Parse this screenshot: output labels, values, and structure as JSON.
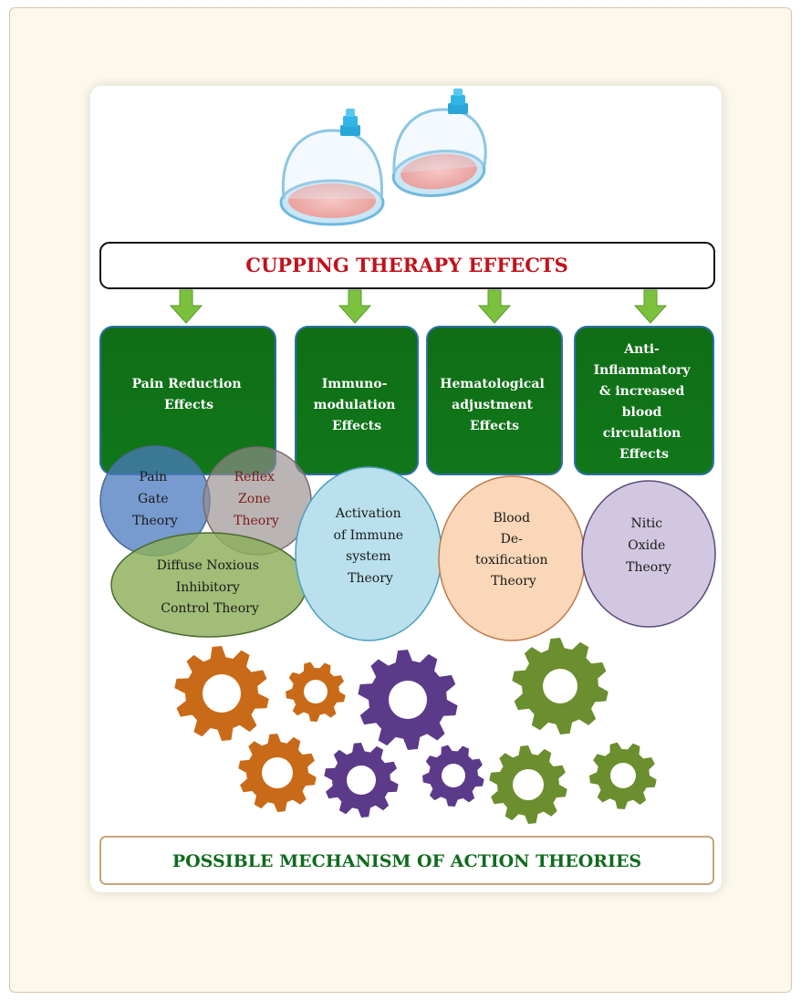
{
  "title": "CUPPING THERAPY  EFFECTS",
  "effects": [
    {
      "lines": [
        "Pain Reduction",
        "Effects"
      ]
    },
    {
      "lines": [
        "Immuno-",
        "modulation",
        "Effects"
      ]
    },
    {
      "lines": [
        "Hematological",
        "adjustment",
        "Effects"
      ]
    },
    {
      "lines": [
        "Anti-",
        "Inflammatory",
        "& increased",
        "blood",
        "circulation",
        "Effects"
      ]
    }
  ],
  "theories": [
    {
      "lines": [
        "Pain",
        "Gate",
        "Theory"
      ]
    },
    {
      "lines": [
        "Reflex",
        "Zone",
        "Theory"
      ]
    },
    {
      "lines": [
        "Diffuse Noxious",
        "Inhibitory",
        "Control Theory"
      ]
    },
    {
      "lines": [
        "Activation",
        "of Immune",
        "system",
        "Theory"
      ]
    },
    {
      "lines": [
        "Blood",
        "De-",
        "toxification",
        "Theory"
      ]
    },
    {
      "lines": [
        "Nitic",
        "Oxide",
        "Theory"
      ]
    }
  ],
  "bottom_title": "POSSIBLE MECHANISM OF ACTION THEORIES",
  "colors": {
    "title_red": "#c1121b",
    "box_green": "#106f17",
    "arrow_green": "#7cc13e",
    "gear_orange": "#c96a18",
    "gear_purple": "#5c3a8a",
    "gear_green": "#6b8e2e",
    "bottom_green": "#0f6b1d"
  }
}
